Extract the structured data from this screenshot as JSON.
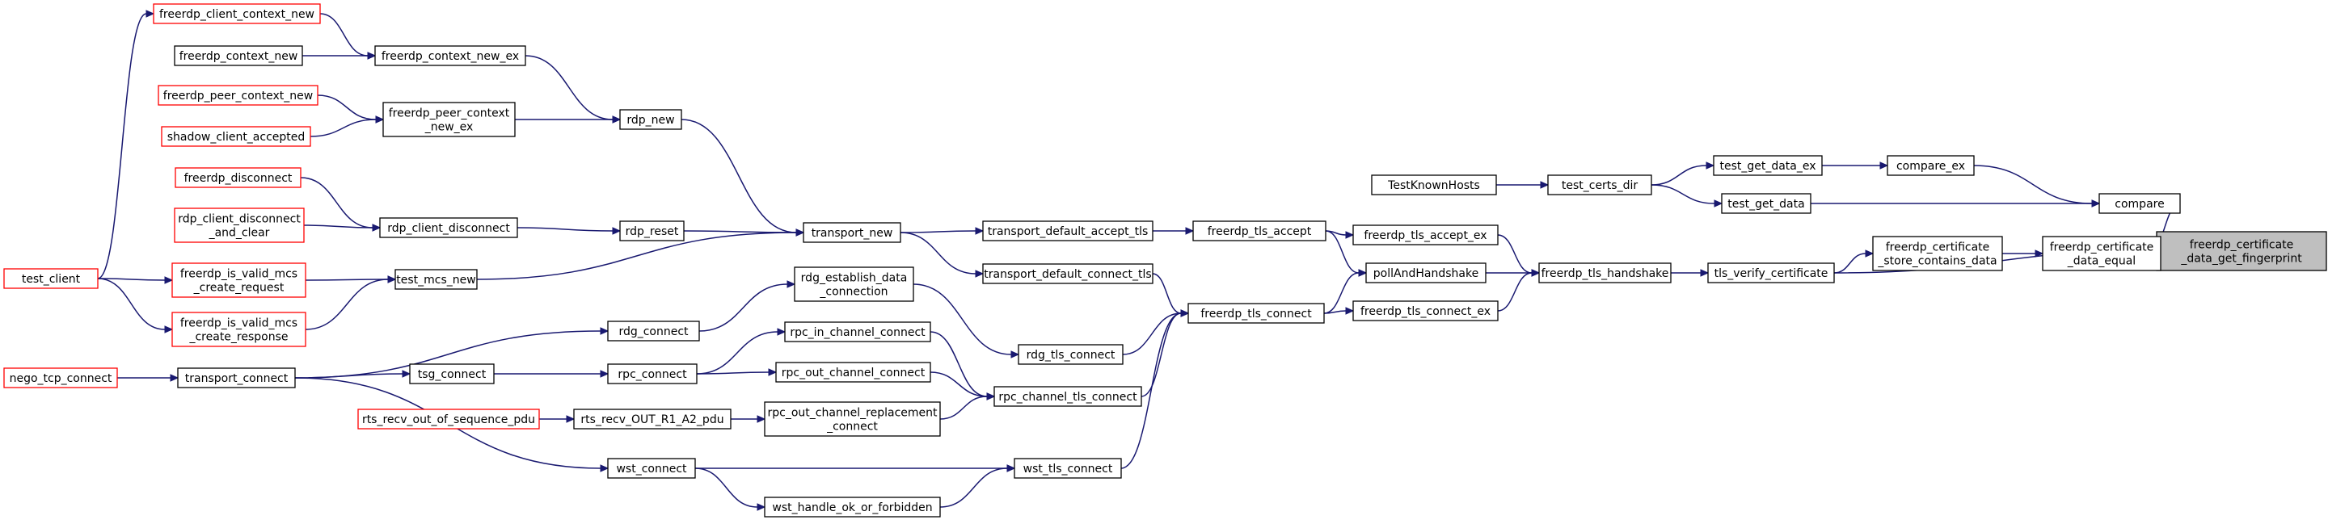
{
  "colors": {
    "edge": "#191970",
    "node_border": "#000000",
    "node_border_external": "#ff0000",
    "root_fill": "#bfbfbf",
    "background": "#ffffff"
  },
  "nodes": {
    "root": [
      "freerdp_certificate",
      "_data_get_fingerprint"
    ],
    "compare": [
      "compare"
    ],
    "cert_data_equal": [
      "freerdp_certificate",
      "_data_equal"
    ],
    "compare_ex": [
      "compare_ex"
    ],
    "test_get_data": [
      "test_get_data"
    ],
    "test_get_data_ex": [
      "test_get_data_ex"
    ],
    "test_certs_dir": [
      "test_certs_dir"
    ],
    "TestKnownHosts": [
      "TestKnownHosts"
    ],
    "store_contains_data": [
      "freerdp_certificate",
      "_store_contains_data"
    ],
    "tls_verify_certificate": [
      "tls_verify_certificate"
    ],
    "freerdp_tls_handshake": [
      "freerdp_tls_handshake"
    ],
    "freerdp_tls_accept_ex": [
      "freerdp_tls_accept_ex"
    ],
    "pollAndHandshake": [
      "pollAndHandshake"
    ],
    "freerdp_tls_connect_ex": [
      "freerdp_tls_connect_ex"
    ],
    "freerdp_tls_accept": [
      "freerdp_tls_accept"
    ],
    "freerdp_tls_connect": [
      "freerdp_tls_connect"
    ],
    "transport_default_accept_tls": [
      "transport_default_accept_tls"
    ],
    "transport_default_connect_tls": [
      "transport_default_connect_tls"
    ],
    "rdg_tls_connect": [
      "rdg_tls_connect"
    ],
    "rpc_channel_tls_connect": [
      "rpc_channel_tls_connect"
    ],
    "wst_tls_connect": [
      "wst_tls_connect"
    ],
    "transport_new": [
      "transport_new"
    ],
    "rdg_establish_data_connection": [
      "rdg_establish_data",
      "_connection"
    ],
    "rpc_in_channel_connect": [
      "rpc_in_channel_connect"
    ],
    "rpc_out_channel_connect": [
      "rpc_out_channel_connect"
    ],
    "rpc_out_channel_replacement_connect": [
      "rpc_out_channel_replacement",
      "_connect"
    ],
    "wst_handle_ok_or_forbidden": [
      "wst_handle_ok_or_forbidden"
    ],
    "rdp_new": [
      "rdp_new"
    ],
    "rdp_reset": [
      "rdp_reset"
    ],
    "test_mcs_new": [
      "test_mcs_new"
    ],
    "rdg_connect": [
      "rdg_connect"
    ],
    "rpc_connect": [
      "rpc_connect"
    ],
    "rts_recv_OUT_R1_A2_pdu": [
      "rts_recv_OUT_R1_A2_pdu"
    ],
    "wst_connect": [
      "wst_connect"
    ],
    "freerdp_context_new_ex": [
      "freerdp_context_new_ex"
    ],
    "freerdp_peer_context_new_ex": [
      "freerdp_peer_context",
      "_new_ex"
    ],
    "rdp_client_disconnect": [
      "rdp_client_disconnect"
    ],
    "tsg_connect": [
      "tsg_connect"
    ],
    "rts_recv_out_of_sequence_pdu": [
      "rts_recv_out_of_sequence_pdu"
    ],
    "freerdp_client_context_new": [
      "freerdp_client_context_new"
    ],
    "freerdp_context_new": [
      "freerdp_context_new"
    ],
    "freerdp_peer_context_new": [
      "freerdp_peer_context_new"
    ],
    "shadow_client_accepted": [
      "shadow_client_accepted"
    ],
    "freerdp_disconnect": [
      "freerdp_disconnect"
    ],
    "rdp_client_disconnect_and_clear": [
      "rdp_client_disconnect",
      "_and_clear"
    ],
    "freerdp_is_valid_mcs_create_request": [
      "freerdp_is_valid_mcs",
      "_create_request"
    ],
    "freerdp_is_valid_mcs_create_response": [
      "freerdp_is_valid_mcs",
      "_create_response"
    ],
    "transport_connect": [
      "transport_connect"
    ],
    "test_client": [
      "test_client"
    ],
    "nego_tcp_connect": [
      "nego_tcp_connect"
    ]
  }
}
